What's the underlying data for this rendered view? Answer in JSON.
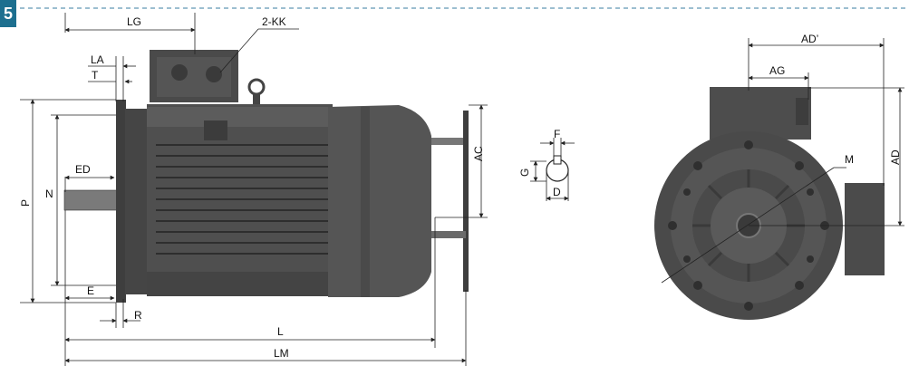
{
  "figure_number": "5",
  "side_view": {
    "labels": {
      "LG": "LG",
      "KK": "2-KK",
      "LA": "LA",
      "T": "T",
      "ED": "ED",
      "N": "N",
      "P": "P",
      "E": "E",
      "R": "R",
      "L": "L",
      "LM": "LM",
      "AC": "AC"
    }
  },
  "shaft_detail": {
    "labels": {
      "F": "F",
      "G": "G",
      "D": "D"
    }
  },
  "end_view": {
    "labels": {
      "AD_prime": "AD’",
      "AG": "AG",
      "M": "M",
      "AD": "AD"
    }
  },
  "colors": {
    "badge": "#1d6f8f",
    "motor_body": "#4a4a4a",
    "motor_dark": "#353535",
    "motor_light": "#606060",
    "border_dash": "#3a7ea0"
  }
}
